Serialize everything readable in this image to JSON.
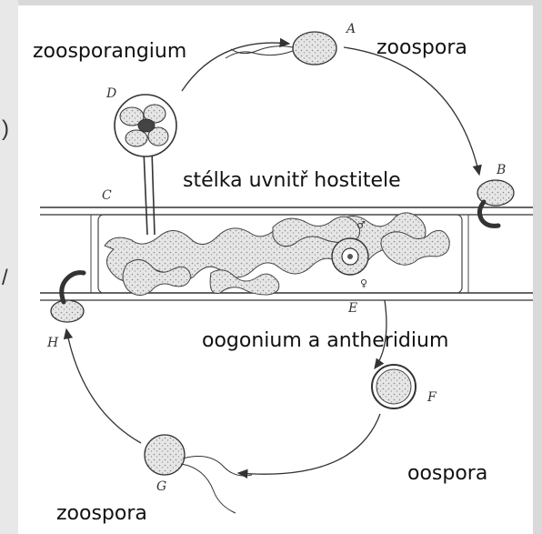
{
  "labels": {
    "zoosporangium": "zoosporangium",
    "zoospora_top": "zoospora",
    "stelka": "stélka uvnitř hostitele",
    "oogonium": "oogonium a antheridium",
    "oospora": "oospora",
    "zoospora_bottom": "zoospora"
  },
  "stage_letters": {
    "a": "A",
    "b": "B",
    "c": "C",
    "d": "D",
    "e": "E",
    "f": "F",
    "g": "G",
    "h": "H",
    "male": "♂",
    "female": "♀"
  },
  "edge_marks": {
    "top": ")",
    "bottom": "/"
  },
  "colors": {
    "background": "#ffffff",
    "ink": "#333333",
    "stipple": "#9a9a9a"
  }
}
